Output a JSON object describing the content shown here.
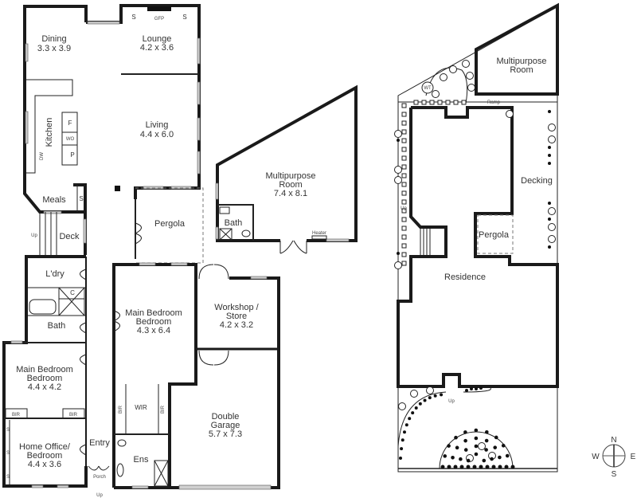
{
  "floor_plan": {
    "rooms": [
      {
        "name": "Dining",
        "size": "3.3 x 3.9"
      },
      {
        "name": "Lounge",
        "size": "4.2 x 3.6"
      },
      {
        "name": "Living",
        "size": "4.4 x 6.0"
      },
      {
        "name": "Kitchen"
      },
      {
        "name": "Meals"
      },
      {
        "name": "Deck"
      },
      {
        "name": "Pergola"
      },
      {
        "name": "L'dry"
      },
      {
        "name": "Bath"
      },
      {
        "name": "Main Bedroom",
        "size": "4.4 x 4.2"
      },
      {
        "name": "Home Office/ Bedroom",
        "line1": "Home Office/",
        "line2": "Bedroom",
        "size": "4.4 x 3.6"
      },
      {
        "name": "Entry"
      },
      {
        "name": "Main Bedroom",
        "size": "4.3 x 6.4"
      },
      {
        "name": "WIR"
      },
      {
        "name": "Ens"
      },
      {
        "name": "Workshop / Store",
        "line1": "Workshop /",
        "line2": "Store",
        "size": "4.2 x 3.2"
      },
      {
        "name": "Double Garage",
        "line1": "Double",
        "line2": "Garage",
        "size": "5.7 x 7.3"
      },
      {
        "name": "Multipurpose Room",
        "line1": "Multipurpose",
        "line2": "Room",
        "size": "7.4 x 8.1"
      },
      {
        "name": "Bath"
      }
    ],
    "fixtures": {
      "storage": "S",
      "gas_fire": "GFP",
      "fridge": "F",
      "wall_oven": "WO",
      "pantry": "P",
      "dishwasher": "DW",
      "cupboard": "C",
      "built_in_robe": "BIR",
      "porch": "Porch",
      "up": "Up",
      "heater": "Heater"
    }
  },
  "site_plan": {
    "multipurpose_line1": "Multipurpose",
    "multipurpose_line2": "Room",
    "decking": "Decking",
    "pergola": "Pergola",
    "residence": "Residence",
    "ramp": "Ramp",
    "water_tank": "WT",
    "up": "Up"
  },
  "compass": {
    "n": "N",
    "e": "E",
    "s": "S",
    "w": "W"
  }
}
